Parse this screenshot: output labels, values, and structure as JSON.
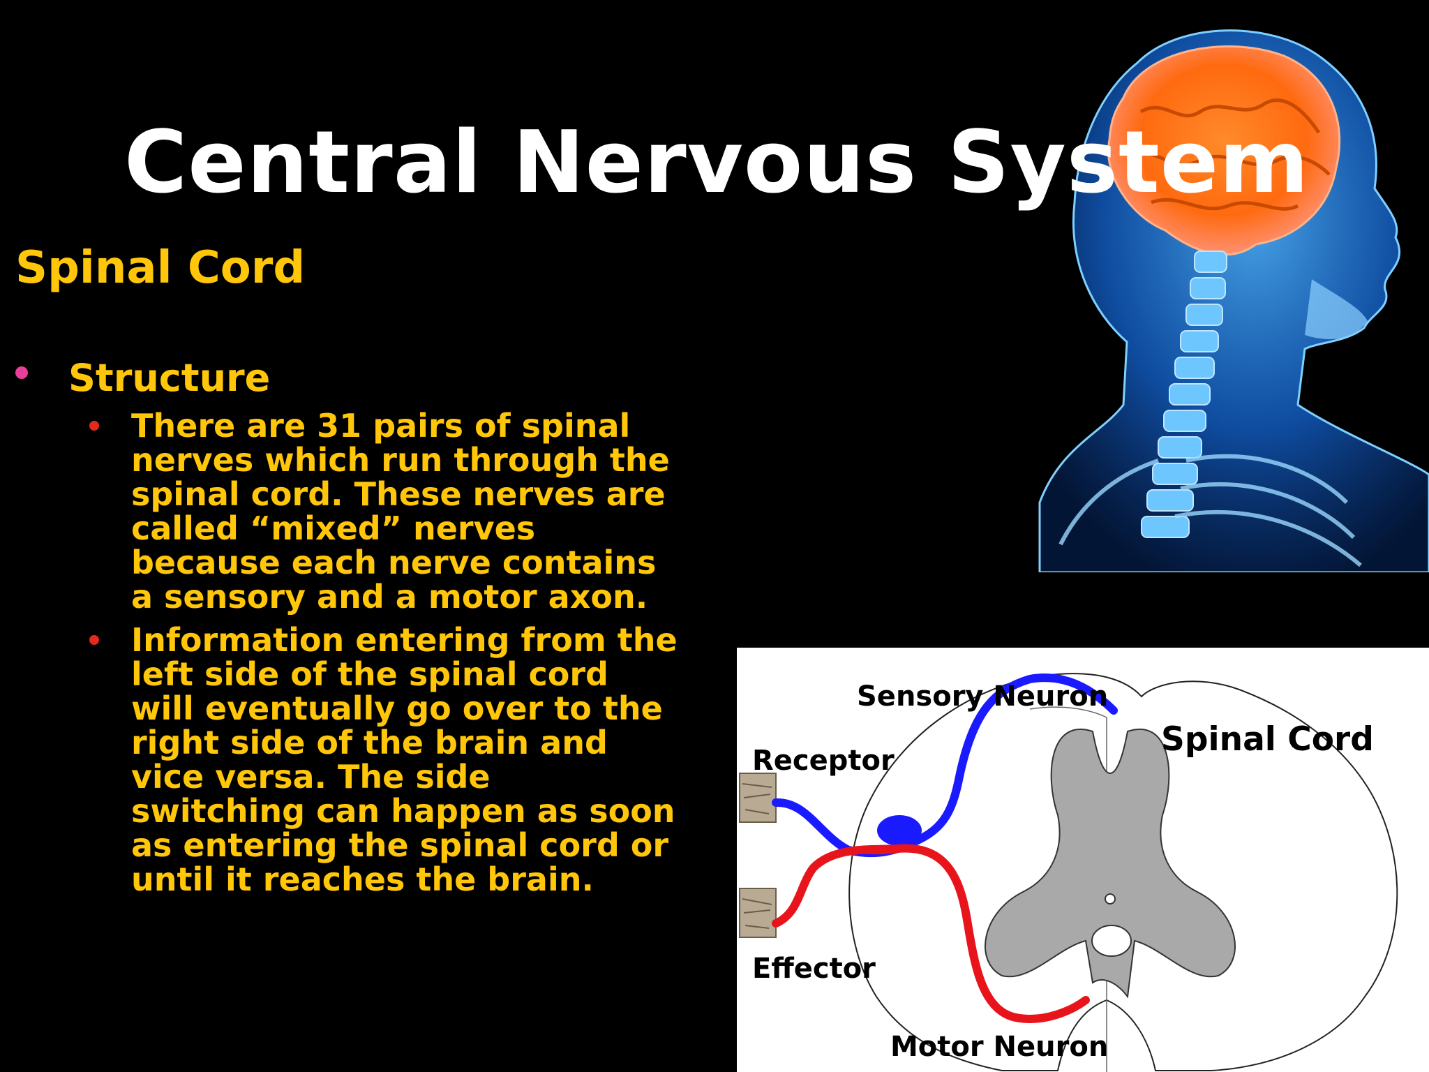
{
  "slide": {
    "title": "Central Nervous System",
    "subtitle": "Spinal Cord",
    "bullet": "Structure",
    "sub_bullets": [
      "There are 31 pairs of spinal\nnerves which run through the\nspinal cord.  These nerves are\ncalled “mixed” nerves\nbecause each nerve contains\na sensory and a motor axon.",
      "Information entering from the\nleft side of the spinal cord\nwill eventually go over to the\nright side of the brain and\nvice versa.  The side\nswitching can happen as soon\nas entering the spinal cord or\nuntil it reaches the brain."
    ]
  },
  "diagram": {
    "sensory_label": "Sensory Neuron",
    "receptor_label": "Receptor",
    "effector_label": "Effector",
    "motor_label": "Motor Neuron",
    "cord_label": "Spinal Cord"
  },
  "colors": {
    "background": "#000000",
    "title": "#ffffff",
    "text": "#ffc60a",
    "bullet_main": "#e8409a",
    "bullet_sub": "#e32a1f",
    "sensory": "#1a1aff",
    "motor": "#e8141b",
    "gray_matter": "#a9a9a9"
  },
  "images": {
    "head": "human-head-brain-spine-xray-illustration"
  }
}
